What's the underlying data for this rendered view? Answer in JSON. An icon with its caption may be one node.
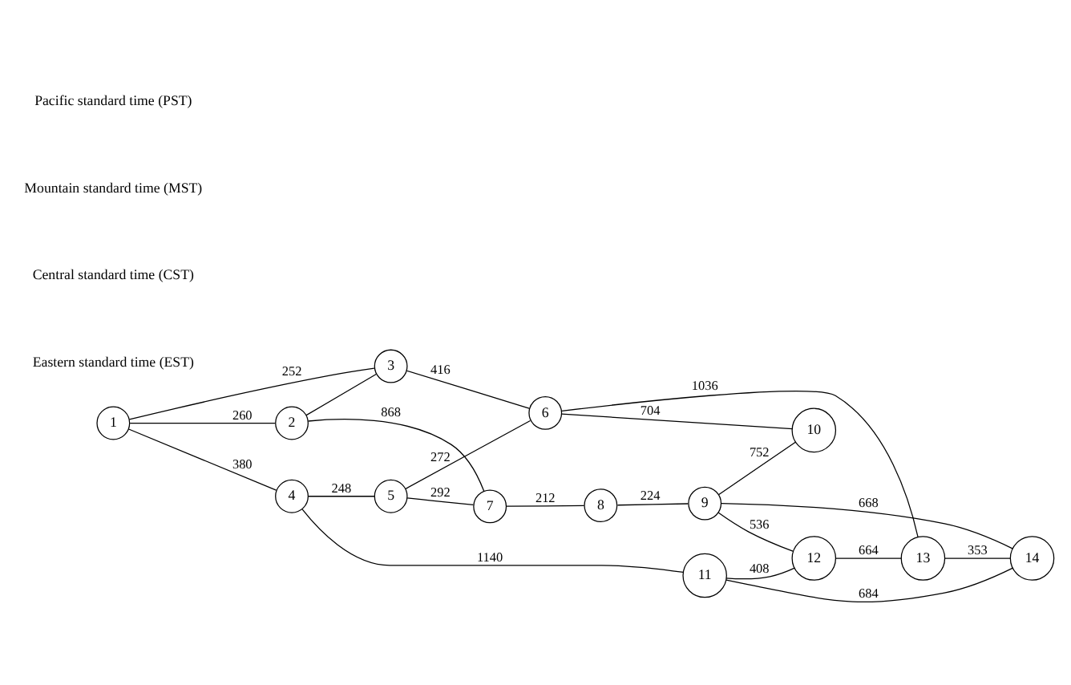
{
  "diagram": {
    "nodes": [
      {
        "text": [
          "1"
        ]
      },
      {
        "text": [
          "2"
        ]
      },
      {
        "text": [
          "3"
        ]
      },
      {
        "text": [
          "4"
        ]
      },
      {
        "text": [
          "5"
        ]
      },
      {
        "text": [
          "6"
        ]
      },
      {
        "text": [
          "7"
        ]
      },
      {
        "text": [
          "8"
        ]
      },
      {
        "text": [
          "9"
        ]
      },
      {
        "text": [
          "10"
        ]
      },
      {
        "text": [
          "11"
        ]
      },
      {
        "text": [
          "12"
        ]
      },
      {
        "text": [
          "13"
        ]
      },
      {
        "text": [
          "14"
        ]
      }
    ],
    "edges": [
      {
        "from": 0,
        "to": 1,
        "arrow": "none",
        "label": "260"
      },
      {
        "from": 0,
        "to": 2,
        "arrow": "none",
        "label": "252"
      },
      {
        "from": 0,
        "to": 3,
        "arrow": "none",
        "label": "380"
      },
      {
        "from": 1,
        "to": 2,
        "arrow": "none"
      },
      {
        "from": 1,
        "to": 6,
        "arrow": "none",
        "label": "868"
      },
      {
        "from": 3,
        "to": 4,
        "arrow": "none",
        "label": "248"
      },
      {
        "from": 3,
        "to": 10,
        "arrow": "none",
        "label": "1140"
      },
      {
        "from": 4,
        "to": 6,
        "arrow": "none",
        "label": "292"
      },
      {
        "from": 4,
        "to": 5,
        "arrow": "none",
        "label": "272"
      },
      {
        "from": 2,
        "to": 5,
        "arrow": "none",
        "label": "416"
      },
      {
        "from": 6,
        "to": 7,
        "arrow": "none",
        "label": "212"
      },
      {
        "from": 7,
        "to": 8,
        "arrow": "none",
        "label": "224"
      },
      {
        "from": 8,
        "to": 11,
        "arrow": "none",
        "label": "536"
      },
      {
        "from": 8,
        "to": 13,
        "arrow": "none",
        "label": "668"
      },
      {
        "from": 8,
        "to": 9,
        "arrow": "none",
        "label": "752"
      },
      {
        "from": 10,
        "to": 11,
        "arrow": "none",
        "label": "408"
      },
      {
        "from": 10,
        "to": 13,
        "arrow": "none",
        "label": "684"
      },
      {
        "from": 11,
        "to": 12,
        "arrow": "none",
        "label": "664"
      },
      {
        "from": 12,
        "to": 13,
        "arrow": "none",
        "label": "353"
      },
      {
        "from": 5,
        "to": 12,
        "arrow": "none",
        "label": "1036"
      },
      {
        "from": 5,
        "to": 9,
        "arrow": "none",
        "label": "704"
      }
    ],
    "labels": [
      "Pacific standard time (PST)",
      "Mountain standard time (MST)",
      "Central standard time (CST)",
      "Eastern standard time (EST)"
    ]
  }
}
